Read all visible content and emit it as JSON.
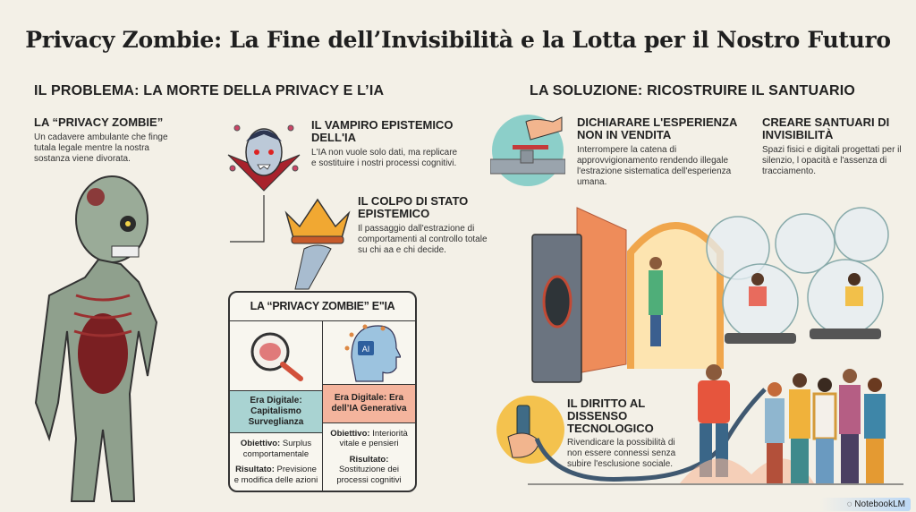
{
  "title": "Privacy Zombie: La Fine dell’Invisibilità e la Lotta per il Nostro Futuro",
  "problem": {
    "heading": "IL PROBLEMA: LA MORTE DELLA PRIVACY E L’IA",
    "zombie": {
      "title": "LA “PRIVACY ZOMBIE”",
      "desc": "Un cadavere ambulante che finge tutala legale mentre la nostra sostanza viene divorata."
    },
    "vampire": {
      "title": "IL VAMPIRO EPISTEMICO DELL'IA",
      "desc": "L'IA non vuole solo dati, ma replicare e sostituire i nostri processi cognitivi."
    },
    "coup": {
      "title": "IL COLPO DI STATO EPISTEMICO",
      "desc": "Il passaggio dall'estrazione di comportamenti al controllo totale su chi aa e chi decide."
    },
    "table": {
      "title": "LA “PRIVACY ZOMBIE” E\"IA",
      "columns": [
        {
          "era": "Era Digitale: Capitalismo Surveglianza",
          "color": "#a9d3d2",
          "objective_label": "Obiettivo:",
          "objective": "Surplus comportamentale",
          "result_label": "Risultato:",
          "result": "Previsione e modifica delle azioni",
          "icon": "brain-magnifier-icon"
        },
        {
          "era": "Era Digitale: Era dell’IA Generativa",
          "color": "#f4b49d",
          "objective_label": "Obiettivo:",
          "objective": "Interiorità vitale e pensieri",
          "result_label": "Risultato:",
          "result": "Sostituzione dei processi cognitivi",
          "icon": "ai-head-icon",
          "chip": "AI"
        }
      ]
    }
  },
  "solution": {
    "heading": "LA SOLUZIONE: RICOSTRUIRE IL SANTUARIO",
    "declare": {
      "title": "DICHIARARE L'ESPERIENZA NON IN VENDITA",
      "desc": "Interrompere la catena di approvvigionamento rendendo illegale l'estrazione sistematica dell'esperienza umana."
    },
    "sanctuary": {
      "title": "CREARE SANTUARI DI INVISIBILITÀ",
      "desc": "Spazi fisici e digitali progettati per il silenzio, l opacità e l'assenza di tracciamento."
    },
    "dissent": {
      "title": "IL DIRITTO AL DISSENSO TECNOLOGICO",
      "desc": "Rivendicare la possibilità di non essere connessi senza subire l'esclusione sociale."
    }
  },
  "watermark": "NotebookLM"
}
